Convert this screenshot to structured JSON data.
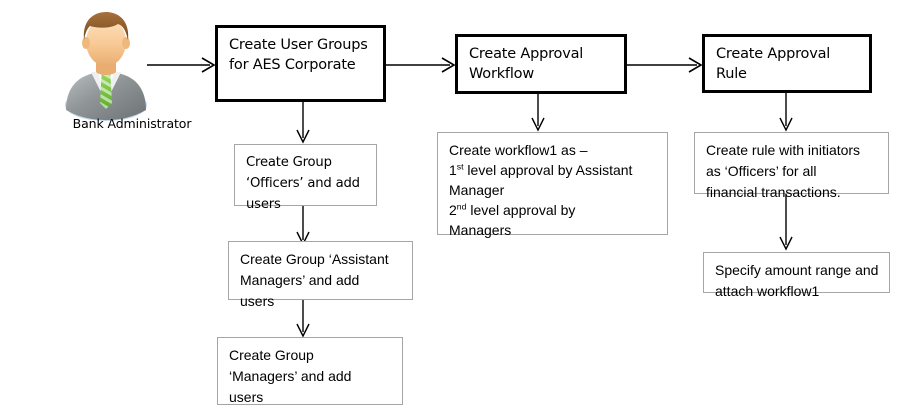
{
  "diagram": {
    "title": "Approval flow setup for AES Corporate",
    "actor": {
      "label": "Bank Administrator",
      "icon": "business-person-avatar-icon",
      "colors": {
        "hair": "#8a5a2b",
        "skin": "#f6c48f",
        "suit": "#8f9496",
        "shirt": "#ffffff",
        "tie": "#7ac943",
        "base": "#cfe3f2"
      }
    },
    "style": {
      "main_border": "#000000",
      "sub_border": "#a6a6a6",
      "background": "#ffffff",
      "connector": "#000000"
    },
    "main_steps": [
      {
        "id": "create-user-groups",
        "text": "Create User Groups\nfor AES Corporate"
      },
      {
        "id": "create-approval-workflow",
        "text": "Create Approval\nWorkflow"
      },
      {
        "id": "create-approval-rule",
        "text": "Create Approval\nRule"
      }
    ],
    "detail_steps": [
      {
        "id": "create-group-officers",
        "text": "Create Group\n‘Officers’ and add\nusers"
      },
      {
        "id": "create-group-assistant-managers",
        "text": "Create Group ‘Assistant\nManagers’ and add\nusers"
      },
      {
        "id": "create-group-managers",
        "text": "Create Group\n‘Managers’ and add\nusers"
      },
      {
        "id": "create-workflow1",
        "line1": "Create workflow1 as –",
        "line2_pre": "1",
        "line2_sup": "st",
        "line2_post": " level approval by Assistant",
        "line3": "Manager",
        "line4_pre": "2",
        "line4_sup": "nd",
        "line4_post": " level approval by",
        "line5": "Managers"
      },
      {
        "id": "create-rule-initiators",
        "text": "Create rule with initiators\nas ‘Officers’ for all\nfinancial transactions."
      },
      {
        "id": "specify-amount-range",
        "text": "Specify amount range and\nattach workflow1"
      }
    ],
    "connectors": [
      {
        "id": "actor-to-create-user-groups",
        "kind": "arrow-right"
      },
      {
        "id": "create-user-groups-to-create-approval-workflow",
        "kind": "arrow-right"
      },
      {
        "id": "create-approval-workflow-to-create-approval-rule",
        "kind": "arrow-right"
      },
      {
        "id": "create-user-groups-to-officers",
        "kind": "arrow-down"
      },
      {
        "id": "officers-to-assistant-managers",
        "kind": "arrow-down"
      },
      {
        "id": "assistant-managers-to-managers",
        "kind": "arrow-down"
      },
      {
        "id": "create-approval-workflow-to-workflow1",
        "kind": "arrow-down"
      },
      {
        "id": "create-approval-rule-to-rule-initiators",
        "kind": "arrow-down"
      },
      {
        "id": "rule-initiators-to-specify-amount-range",
        "kind": "arrow-down"
      }
    ]
  }
}
